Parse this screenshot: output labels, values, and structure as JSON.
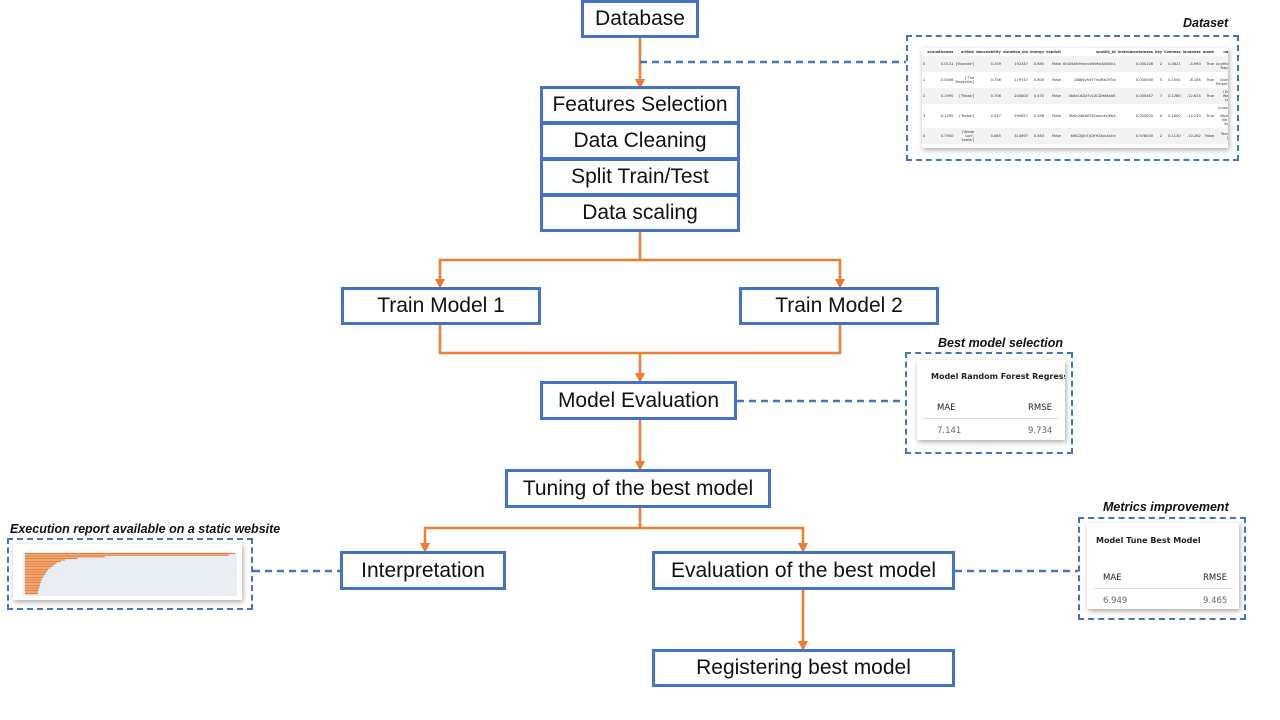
{
  "flow": {
    "database": "Database",
    "features_selection": "Features Selection",
    "data_cleaning": "Data Cleaning",
    "split_train_test": "Split Train/Test",
    "data_scaling": "Data scaling",
    "train_model_1": "Train Model 1",
    "train_model_2": "Train Model 2",
    "model_evaluation": "Model Evaluation",
    "tuning": "Tuning of the best model",
    "interpretation": "Interpretation",
    "evaluation_best": "Evaluation of the best model",
    "registering": "Registering best model"
  },
  "callouts": {
    "dataset": {
      "title": "Dataset",
      "columns": [
        "",
        "acousticness",
        "artists",
        "danceability",
        "duration_ms",
        "energy",
        "explicit",
        "spotify_id",
        "instrumentalness",
        "key",
        "liveness",
        "loudness",
        "mode",
        "nam"
      ],
      "rows": [
        [
          "0",
          "0.0131",
          "['Blondie']",
          "0.259",
          "192347",
          "0.685",
          "False",
          "0h0EtAh9ImvvWhMvtSbBXk1",
          "0.000106",
          "2",
          "0.0621",
          "-4.990",
          "True",
          "'Ki Anything Happy"
        ],
        [
          "1",
          "0.0046",
          "['The Maravilla']",
          "0.756",
          "179747",
          "0.800",
          "False",
          "2B8j6yh0Y7ncjRzGYTqi",
          "0.000000",
          "5",
          "0.1040",
          "-8.186",
          "True",
          "M Quiere Perpetuo"
        ],
        [
          "2",
          "0.1990",
          "['Texas']",
          "0.706",
          "205800",
          "0.470",
          "False",
          "3bSe1dZjzTv1XCDH6KhbE",
          "0.000467",
          "7",
          "0.1280",
          "-12.615",
          "True",
          "I Don Want Last"
        ],
        [
          "3",
          "0.1290",
          "['Heart']",
          "0.547",
          "290627",
          "0.396",
          "False",
          "3h6n2a8dZ2Ghekn4cJKbA",
          "0.000000",
          "0",
          "0.1600",
          "-14.240",
          "True",
          "(Love M Le Worry) Be Yo Som"
        ],
        [
          "4",
          "0.7950",
          "['Wade Lori', 'Lewis']",
          "0.665",
          "314697",
          "0.463",
          "False",
          "6i6D2JJlhTjGHYO4kkSnEe",
          "0.978000",
          "2",
          "0.1130",
          "-10.262",
          "False",
          "Tennis Joy"
        ]
      ]
    },
    "best_model": {
      "title": "Best model selection",
      "card_title": "Model Random Forest Regressor",
      "h1": "MAE",
      "h2": "RMSE",
      "v1": "7.141",
      "v2": "9.734"
    },
    "metrics": {
      "title": "Metrics improvement",
      "card_title": "Model Tune Best Model",
      "h1": "MAE",
      "h2": "RMSE",
      "v1": "6.949",
      "v2": "9.465"
    },
    "execution": {
      "title": "Execution report available on a static website",
      "bars": [
        1.0,
        0.97,
        0.38,
        0.25,
        0.19,
        0.17,
        0.15,
        0.14,
        0.13,
        0.12,
        0.11,
        0.105,
        0.1,
        0.095,
        0.09,
        0.085,
        0.08,
        0.078,
        0.075,
        0.072,
        0.07,
        0.068,
        0.066,
        0.064,
        0.062,
        0.06
      ]
    }
  },
  "colors": {
    "box_border": "#4472C4",
    "arrow": "#ED7D31",
    "bar": "#ED7D31"
  }
}
